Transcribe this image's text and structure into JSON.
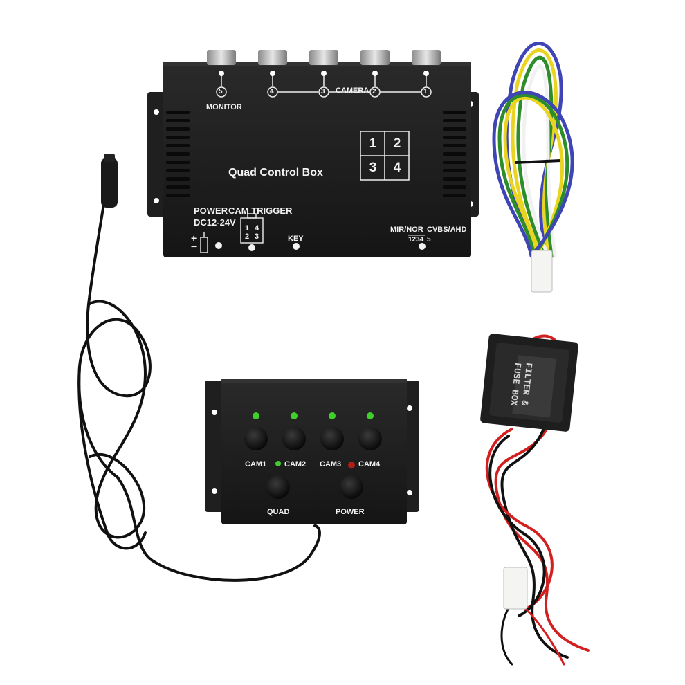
{
  "quad_box": {
    "title": "Quad Control Box",
    "monitor_label": "MONITOR",
    "camera_label": "CAMERA",
    "port_numbers": [
      "5",
      "4",
      "3",
      "2",
      "1"
    ],
    "grid_numbers": [
      "1",
      "2",
      "3",
      "4"
    ],
    "power_label": "POWER",
    "voltage_label": "DC12-24V",
    "cam_trigger_label": "CAM TRIGGER",
    "trigger_pins_left": "1\n2",
    "trigger_pins_right": "4\n3",
    "key_label": "KEY",
    "mir_nor_label": "MIR/NOR",
    "cvbs_ahd_label": "CVBS/AHD",
    "mode_1234": "1234",
    "mode_5": "5",
    "plus_minus": "+\n−"
  },
  "remote": {
    "buttons": [
      {
        "label": "CAM1"
      },
      {
        "label": "CAM2"
      },
      {
        "label": "CAM3"
      },
      {
        "label": "CAM4"
      }
    ],
    "quad_label": "QUAD",
    "power_label": "POWER"
  },
  "fuse_box": {
    "line1": "FILTER &",
    "line2": "FUSE BOX"
  },
  "colors": {
    "case_black": "#1c1c1c",
    "led_green": "#3ecf2b",
    "led_red": "#b21d14",
    "wire_red": "#d21f1f",
    "wire_yellow": "#e9d521",
    "wire_green": "#2c8d2a",
    "wire_blue": "#3f45b4"
  }
}
